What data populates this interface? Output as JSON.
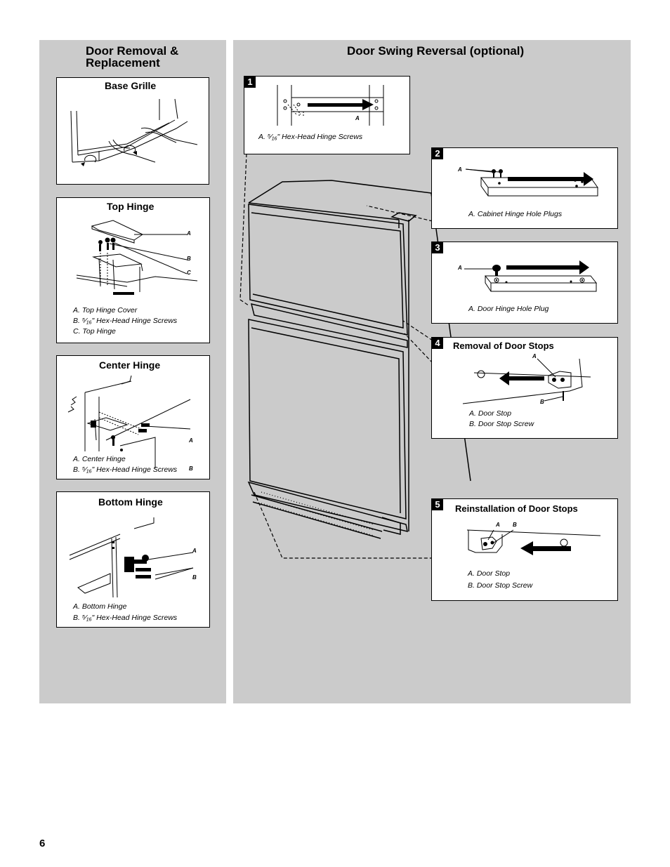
{
  "page_number": "6",
  "left": {
    "title_line1": "Door Removal &",
    "title_line2": "Replacement",
    "base_grille": {
      "title": "Base Grille"
    },
    "top_hinge": {
      "title": "Top Hinge",
      "labels": [
        "A",
        "B",
        "C"
      ],
      "captions": [
        "A. Top Hinge Cover",
        "B. ⁵⁄₁₆\" Hex-Head Hinge Screws",
        "C. Top Hinge"
      ]
    },
    "center_hinge": {
      "title": "Center Hinge",
      "labels": [
        "A",
        "B"
      ],
      "captions": [
        "A. Center Hinge",
        "B. ⁵⁄₁₆\" Hex-Head Hinge Screws"
      ]
    },
    "bottom_hinge": {
      "title": "Bottom Hinge",
      "labels": [
        "A",
        "B"
      ],
      "captions": [
        "A. Bottom Hinge",
        "B. ⁵⁄₁₆\" Hex-Head Hinge Screws"
      ]
    }
  },
  "right": {
    "title": "Door Swing Reversal (optional)",
    "step1": {
      "number": "1",
      "label": "A",
      "caption": "A. ⁵⁄₁₆\" Hex-Head Hinge Screws"
    },
    "step2": {
      "number": "2",
      "label": "A",
      "caption": "A. Cabinet Hinge Hole Plugs"
    },
    "step3": {
      "number": "3",
      "label": "A",
      "caption": "A. Door Hinge Hole Plug"
    },
    "step4": {
      "number": "4",
      "title": "Removal of Door Stops",
      "labels": [
        "A",
        "B"
      ],
      "captions": [
        "A. Door Stop",
        "B. Door Stop Screw"
      ]
    },
    "step5": {
      "number": "5",
      "title": "Reinstallation of Door Stops",
      "labels": [
        "A",
        "B"
      ],
      "captions": [
        "A. Door Stop",
        "B. Door Stop Screw"
      ]
    }
  },
  "colors": {
    "panel": "#cbcbcb",
    "box": "#ffffff",
    "ink": "#000000"
  }
}
